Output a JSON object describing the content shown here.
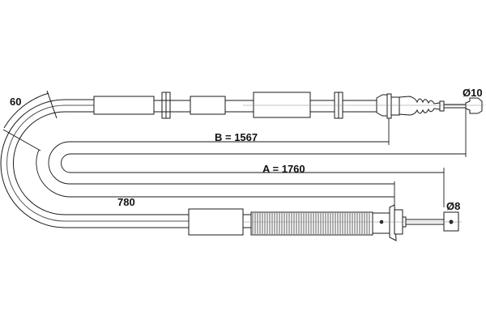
{
  "drawing": {
    "angle_label": "60",
    "dimension_b": "B = 1567",
    "dimension_a": "A = 1760",
    "dimension_bend": "780",
    "end_diameter_top": "Ø10",
    "end_diameter_bottom": "Ø8"
  },
  "colors": {
    "line": "#1a1a1a",
    "fill": "#ffffff",
    "center": "#888888"
  }
}
